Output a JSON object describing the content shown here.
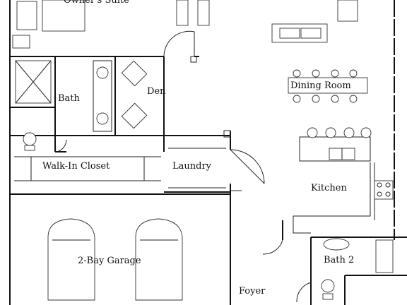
{
  "plan": {
    "rooms": {
      "owners_suite": "Owner's Suite",
      "bath": "Bath",
      "den": "Den",
      "dining_room": "Dining Room",
      "walk_in_closet": "Walk-In Closet",
      "laundry": "Laundry",
      "kitchen": "Kitchen",
      "garage": "2-Bay Garage",
      "bath_2": "Bath 2",
      "foyer": "Foyer"
    }
  }
}
